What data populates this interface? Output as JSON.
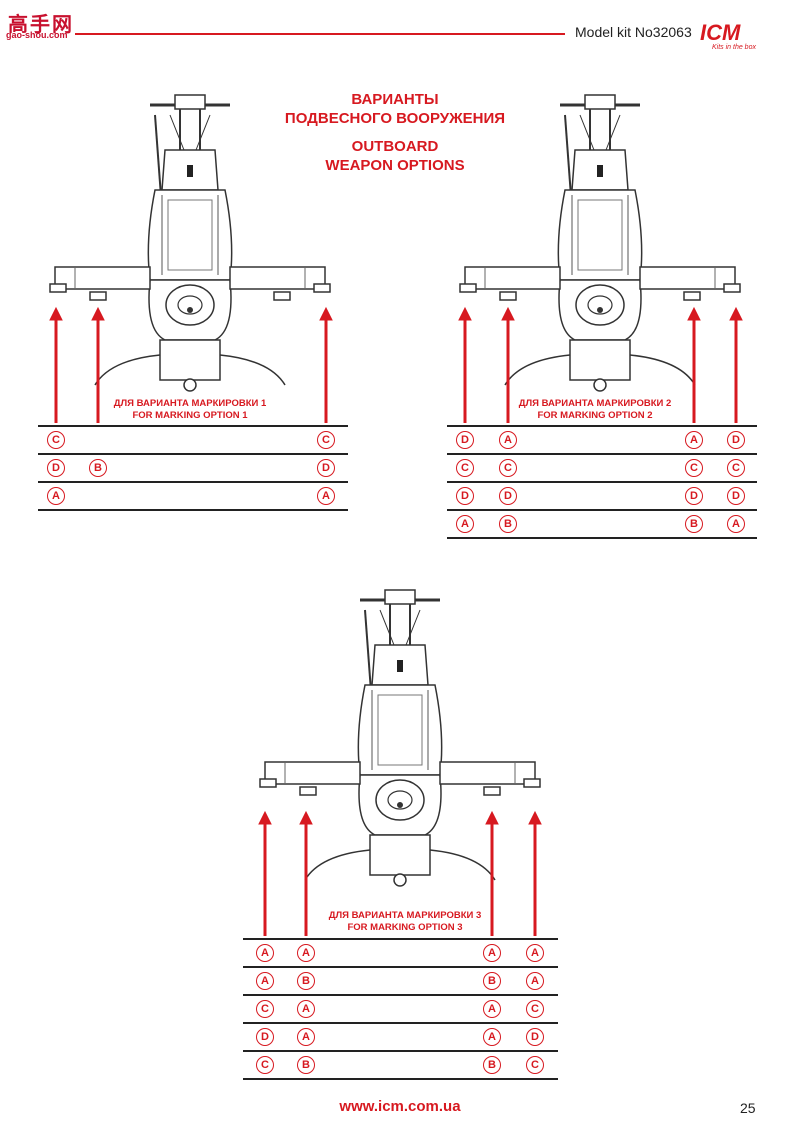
{
  "header": {
    "watermark": "高手网",
    "watermark_sub": "gao-shou.com",
    "model_kit": "Model kit No32063",
    "logo": "ICM",
    "logo_tagline": "Kits in the box"
  },
  "title": {
    "ru_line1": "ВАРИАНТЫ",
    "ru_line2": "ПОДВЕСНОГО ВООРУЖЕНИЯ",
    "en_line1": "OUTBOARD",
    "en_line2": "WEAPON OPTIONS"
  },
  "options": [
    {
      "label_ru": "ДЛЯ ВАРИАНТА МАРКИРОВКИ 1",
      "label_en": "FOR MARKING OPTION 1",
      "rows": [
        [
          "C",
          "",
          "C"
        ],
        [
          "D",
          "B",
          "D"
        ],
        [
          "A",
          "",
          "A"
        ]
      ]
    },
    {
      "label_ru": "ДЛЯ ВАРИАНТА МАРКИРОВКИ 2",
      "label_en": "FOR MARKING OPTION 2",
      "rows": [
        [
          "D",
          "A",
          "A",
          "D"
        ],
        [
          "C",
          "C",
          "C",
          "C"
        ],
        [
          "D",
          "D",
          "D",
          "D"
        ],
        [
          "A",
          "B",
          "B",
          "A"
        ]
      ]
    },
    {
      "label_ru": "ДЛЯ ВАРИАНТА МАРКИРОВКИ 3",
      "label_en": "FOR MARKING OPTION 3",
      "rows": [
        [
          "A",
          "A",
          "A",
          "A"
        ],
        [
          "A",
          "B",
          "B",
          "A"
        ],
        [
          "C",
          "A",
          "A",
          "C"
        ],
        [
          "D",
          "A",
          "A",
          "D"
        ],
        [
          "C",
          "B",
          "B",
          "C"
        ]
      ]
    }
  ],
  "footer": {
    "url": "www.icm.com.ua",
    "page": "25"
  },
  "colors": {
    "accent": "#d71920",
    "line": "#222222"
  }
}
